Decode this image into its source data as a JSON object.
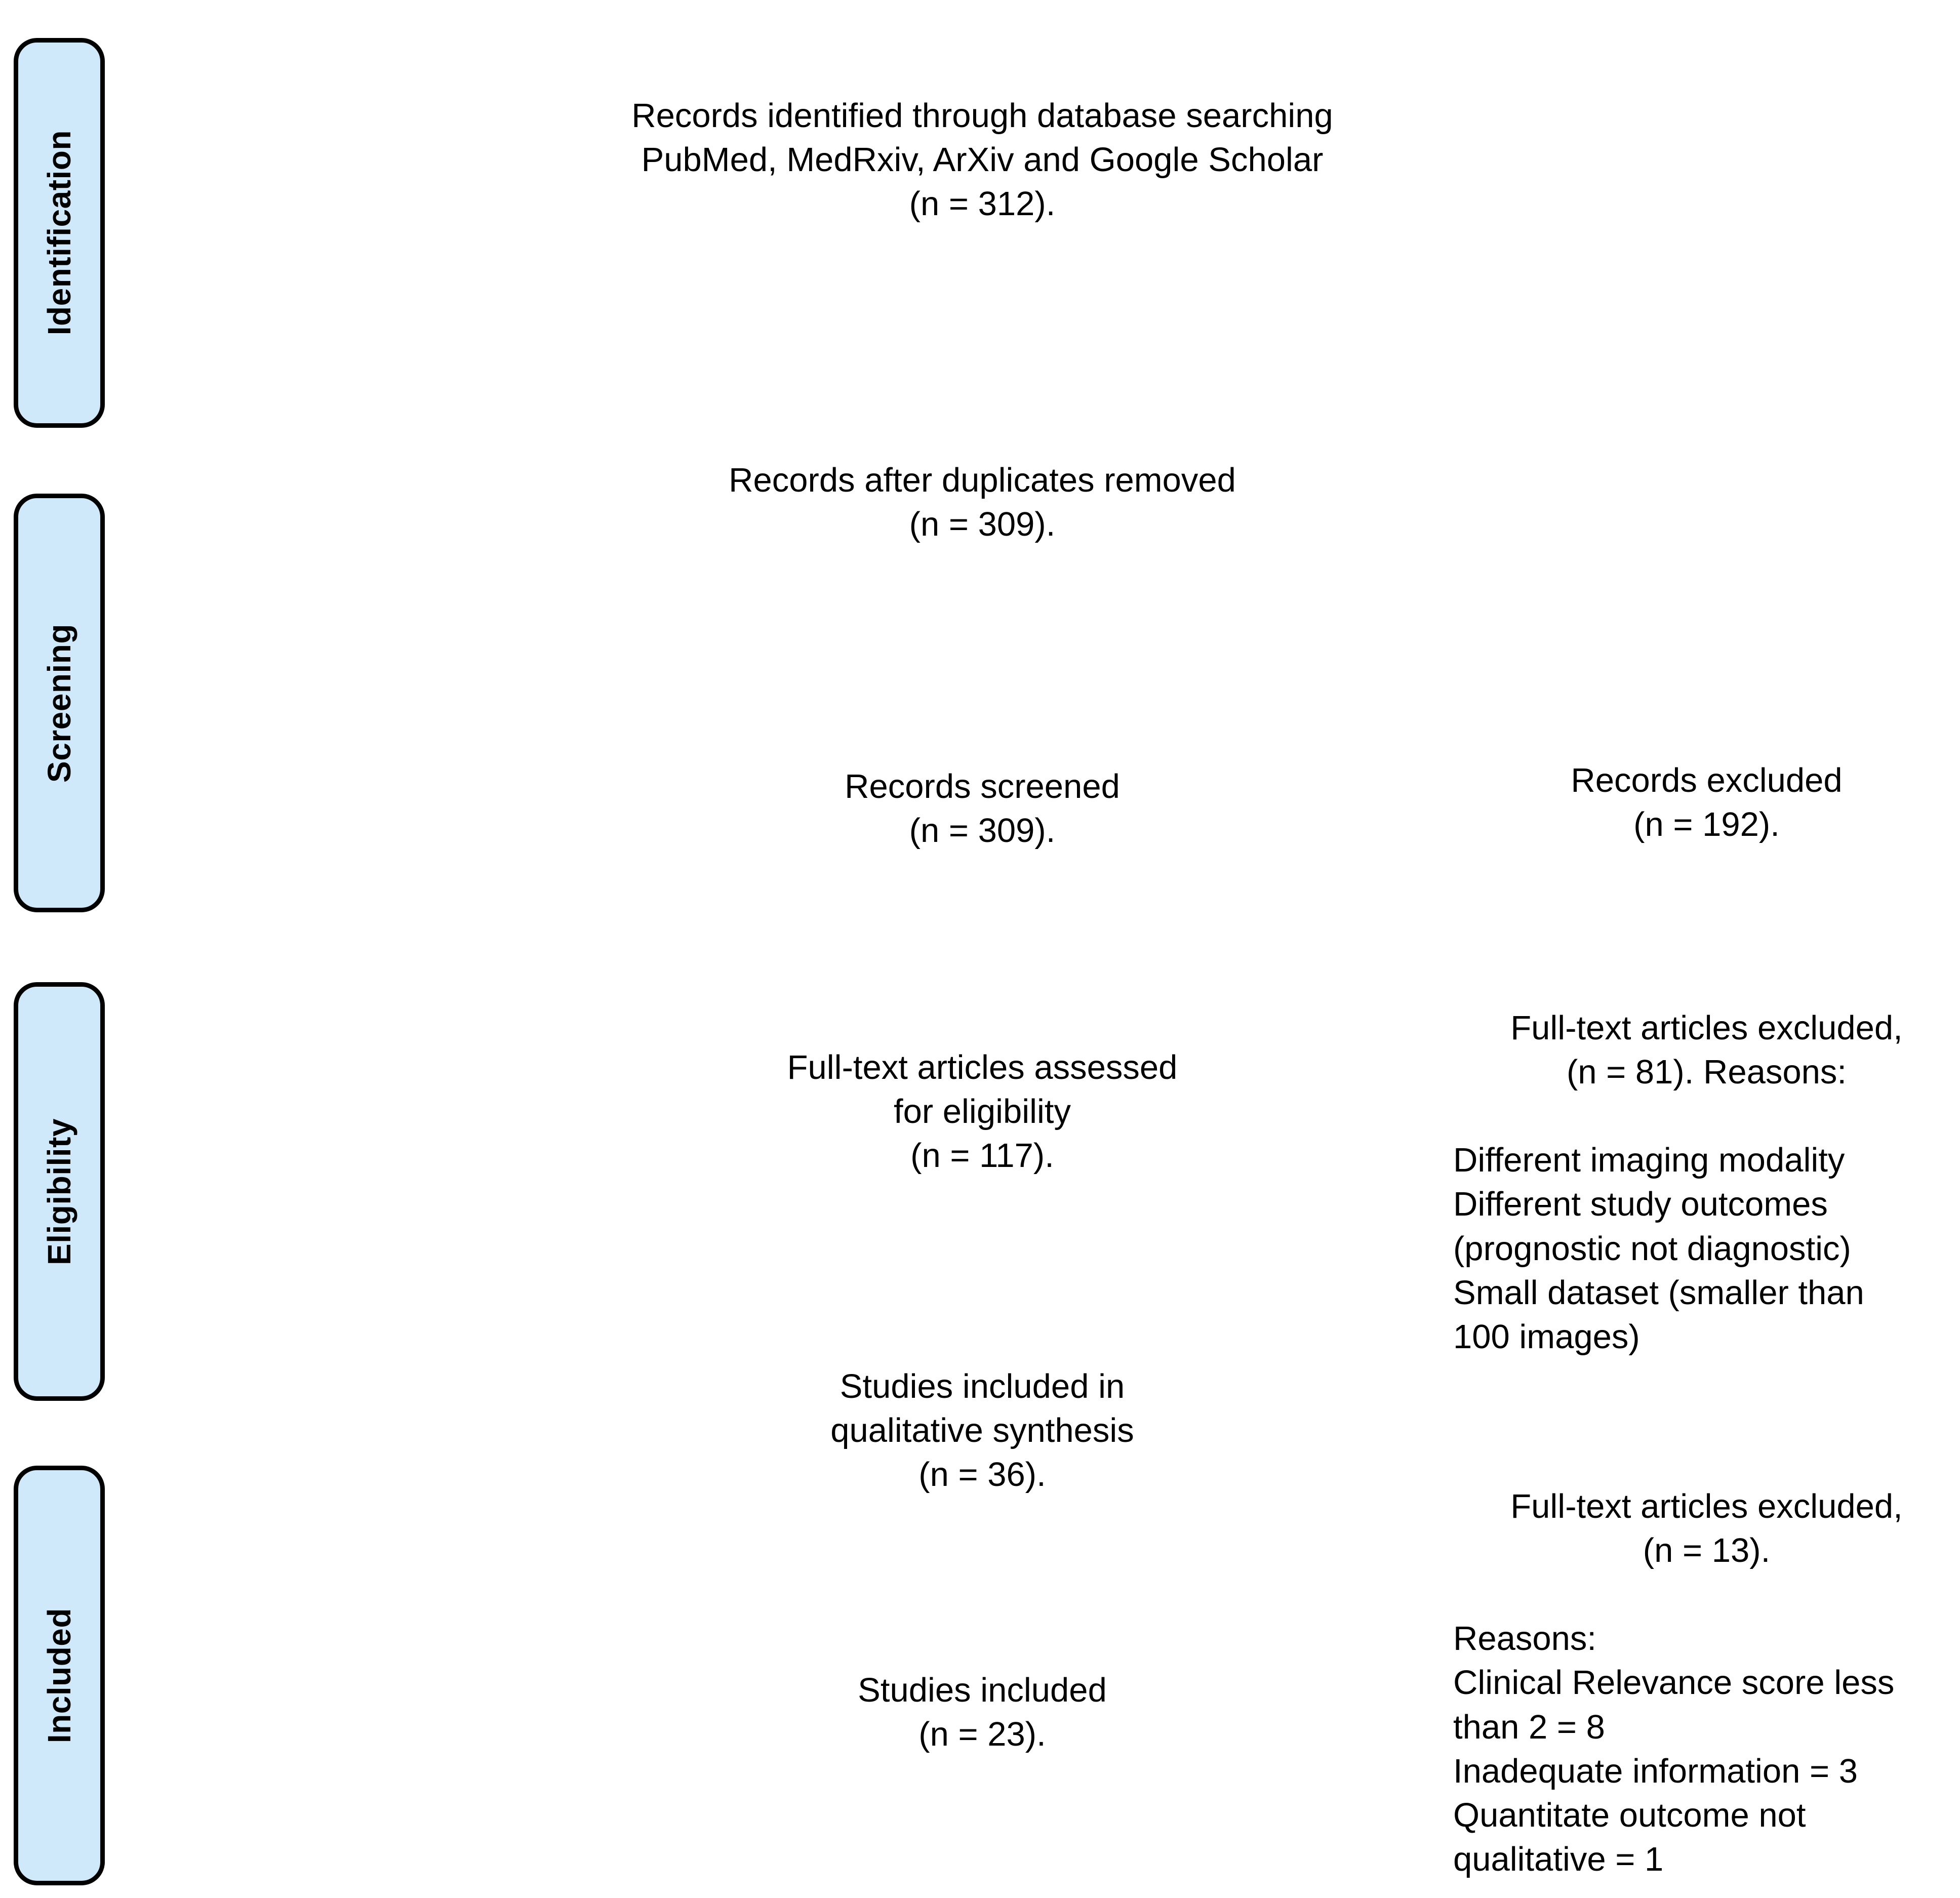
{
  "diagram": {
    "title": "PRISMA flow diagram",
    "fill_color": "#cfe9fb",
    "border_color": "#000000",
    "text_color": "#000000",
    "background_color": "#ffffff"
  },
  "stages": [
    {
      "id": "identification",
      "label": "Identification"
    },
    {
      "id": "screening",
      "label": "Screening"
    },
    {
      "id": "eligibility",
      "label": "Eligibility"
    },
    {
      "id": "included",
      "label": "Included"
    }
  ],
  "blocks": {
    "identified": {
      "text": "Records identified through database searching\nPubMed, MedRxiv, ArXiv and Google Scholar\n(n = 312)."
    },
    "duplicates_removed": {
      "text": "Records after duplicates removed\n(n = 309)."
    },
    "records_screened": {
      "text": "Records screened\n(n = 309)."
    },
    "records_excluded": {
      "text": "Records excluded\n(n = 192)."
    },
    "fulltext_assessed": {
      "text": "Full-text articles assessed\nfor eligibility\n(n = 117)."
    },
    "fulltext_excluded_1": {
      "lead": "Full-text articles excluded,\n(n =  81). Reasons:",
      "reasons": "Different imaging modality\nDifferent study outcomes\n(prognostic not diagnostic)\nSmall dataset (smaller than\n100 images)"
    },
    "qualitative_synthesis": {
      "text": "Studies included in\nqualitative synthesis\n(n = 36)."
    },
    "fulltext_excluded_2": {
      "lead": "Full-text articles excluded,\n(n =  13).",
      "reasons": "Reasons:\nClinical Relevance score less\nthan 2 = 8\nInadequate information = 3\nQuantitate outcome not\nqualitative = 1"
    },
    "studies_included": {
      "text": "Studies included\n(n = 23)."
    }
  },
  "chart_data": {
    "type": "flowchart",
    "title": "PRISMA study selection flow diagram",
    "stages": [
      "Identification",
      "Screening",
      "Eligibility",
      "Included"
    ],
    "nodes": [
      {
        "stage": "Identification",
        "label": "Records identified through database searching PubMed, MedRxiv, ArXiv and Google Scholar",
        "n": 312
      },
      {
        "stage": "Screening",
        "label": "Records after duplicates removed",
        "n": 309
      },
      {
        "stage": "Screening",
        "label": "Records screened",
        "n": 309
      },
      {
        "stage": "Screening",
        "label": "Records excluded",
        "n": 192
      },
      {
        "stage": "Eligibility",
        "label": "Full-text articles assessed for eligibility",
        "n": 117
      },
      {
        "stage": "Eligibility",
        "label": "Full-text articles excluded",
        "n": 81,
        "reasons": [
          "Different imaging modality",
          "Different study outcomes (prognostic not diagnostic)",
          "Small dataset (smaller than 100 images)"
        ]
      },
      {
        "stage": "Included",
        "label": "Studies included in qualitative synthesis",
        "n": 36
      },
      {
        "stage": "Included",
        "label": "Full-text articles excluded",
        "n": 13,
        "reasons": [
          "Clinical Relevance score less than 2 = 8",
          "Inadequate information = 3",
          "Quantitate outcome not qualitative = 1"
        ]
      },
      {
        "stage": "Included",
        "label": "Studies included",
        "n": 23
      }
    ]
  }
}
